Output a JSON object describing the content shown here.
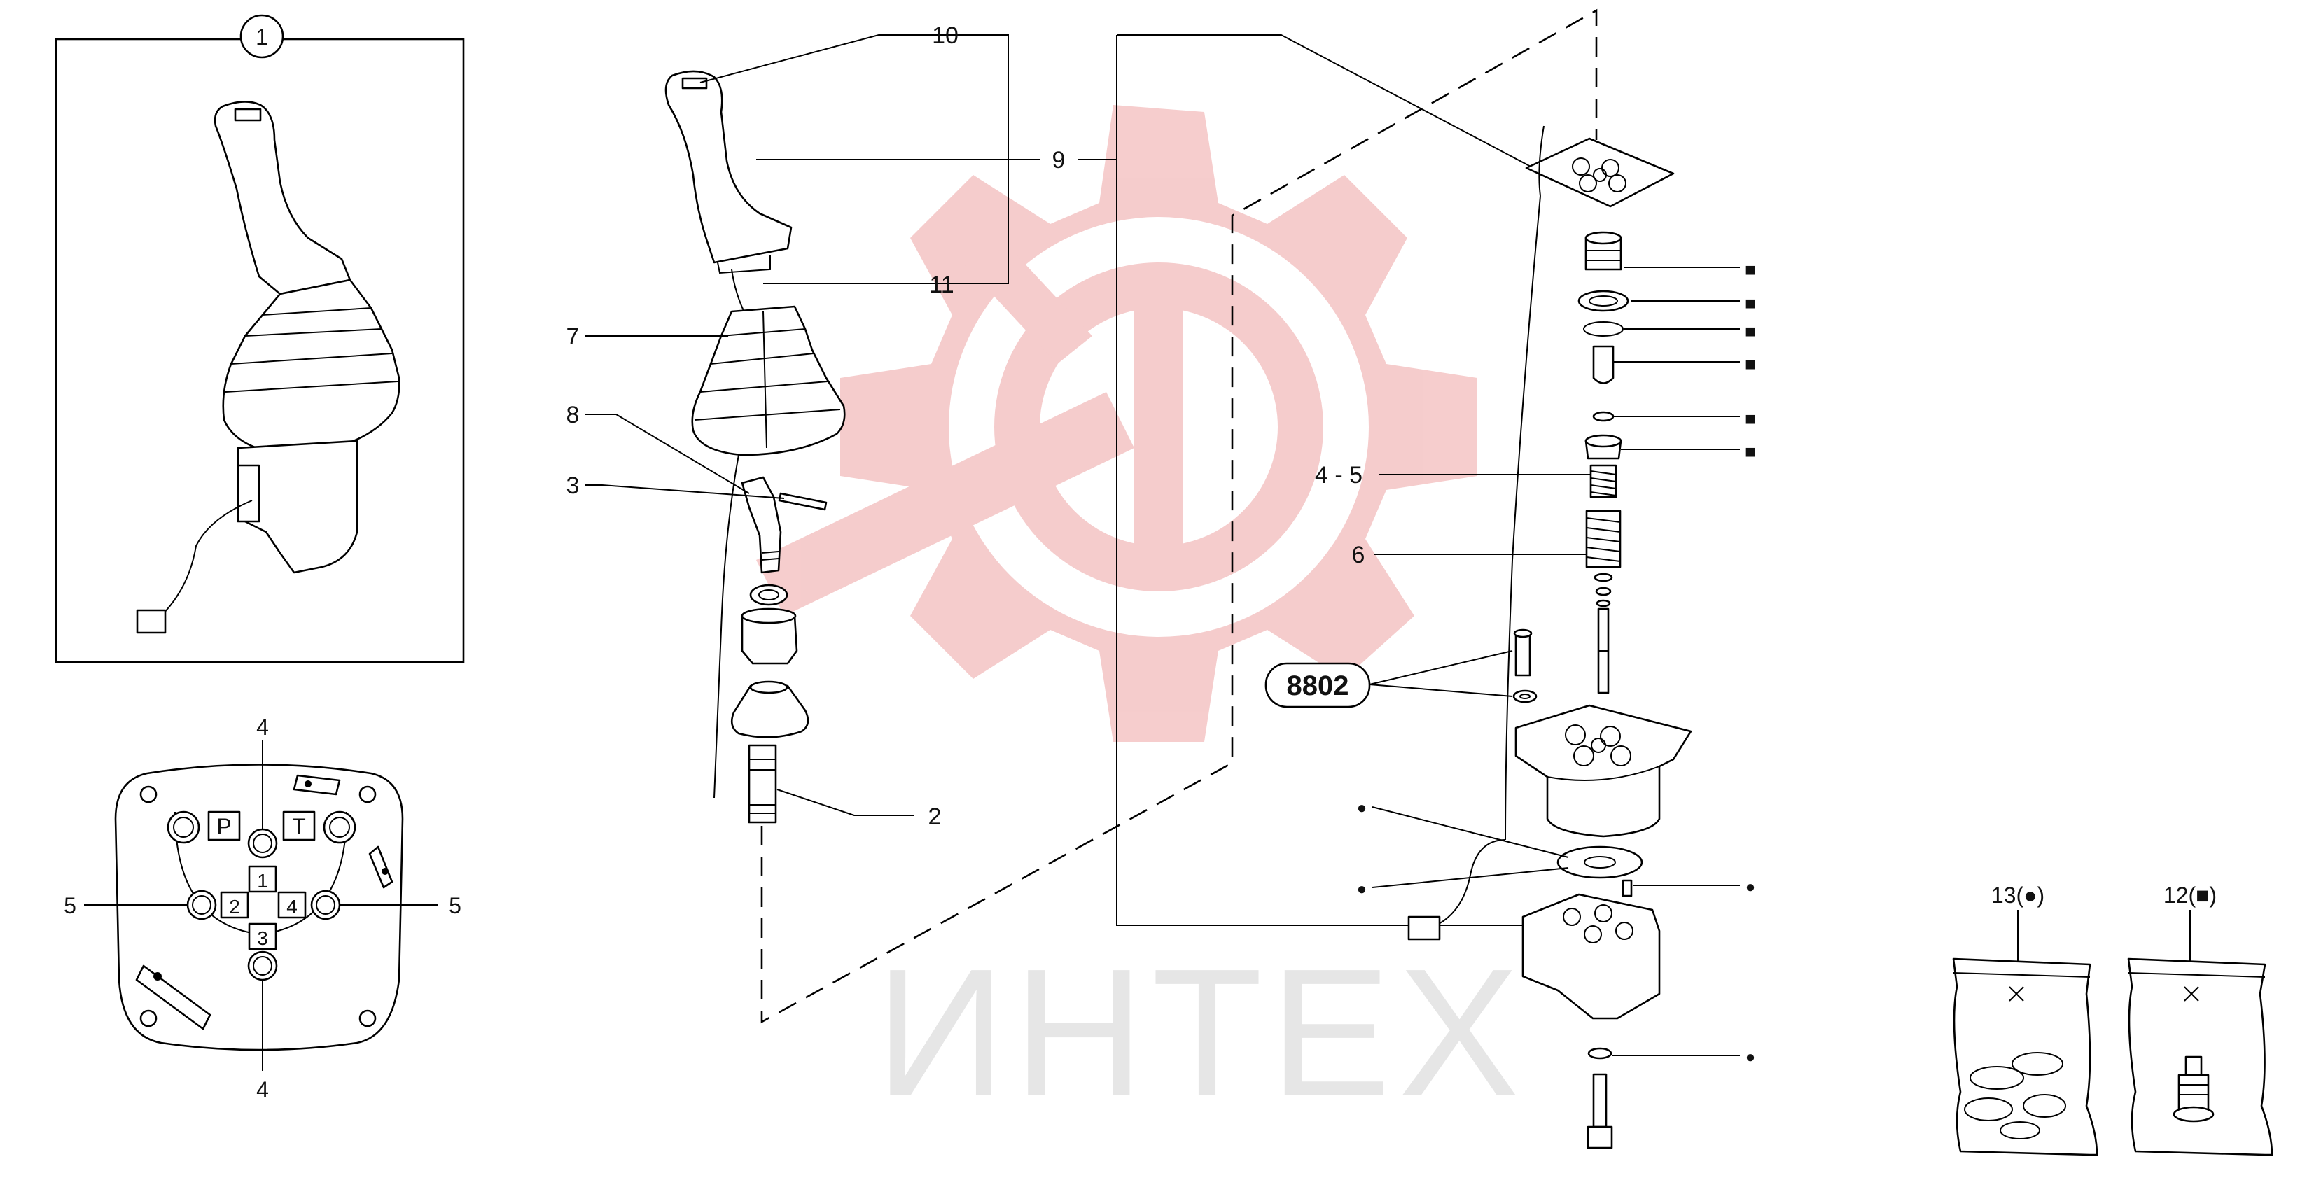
{
  "watermark": {
    "text": "ИНТЕХ",
    "color": "#f4c4c4"
  },
  "inset": {
    "number": "1"
  },
  "port_view": {
    "port_p": "P",
    "port_t": "T",
    "ports": [
      "1",
      "2",
      "3",
      "4"
    ],
    "callouts": {
      "top": "4",
      "bottom": "4",
      "left": "5",
      "right": "5"
    }
  },
  "callouts": {
    "c10": "10",
    "c9": "9",
    "c11": "11",
    "c7": "7",
    "c8": "8",
    "c3": "3",
    "c2": "2",
    "c4_5": "4 - 5",
    "c6": "6",
    "c8802": "8802"
  },
  "kits": {
    "kit13": "13(●)",
    "kit12": "12(■)"
  },
  "markers": {
    "square": "■",
    "dot": "●"
  }
}
